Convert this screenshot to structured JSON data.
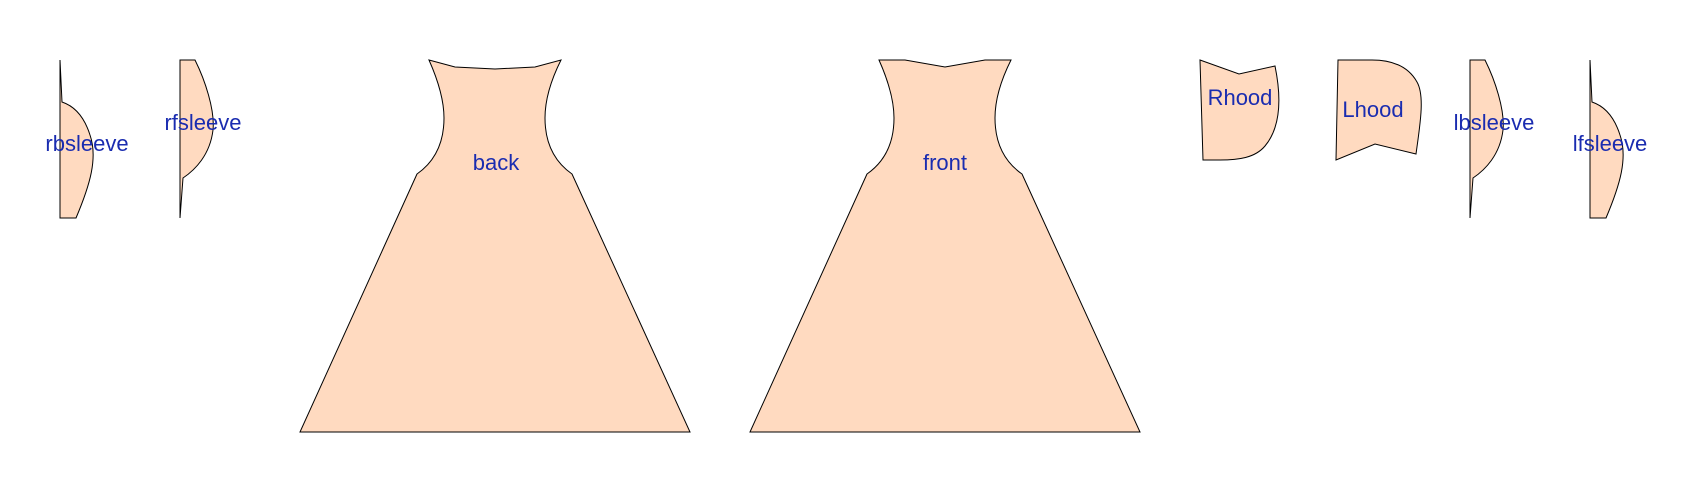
{
  "colors": {
    "piece_fill": "#FFDAC0",
    "piece_stroke": "#000000",
    "label_color": "#1A2CB0"
  },
  "pieces": {
    "rbsleeve": "rbsleeve",
    "rfsleeve": "rfsleeve",
    "back": "back",
    "front": "front",
    "rhood": "Rhood",
    "lhood": "Lhood",
    "lbsleeve": "lbsleeve",
    "lfsleeve": "lfsleeve"
  }
}
